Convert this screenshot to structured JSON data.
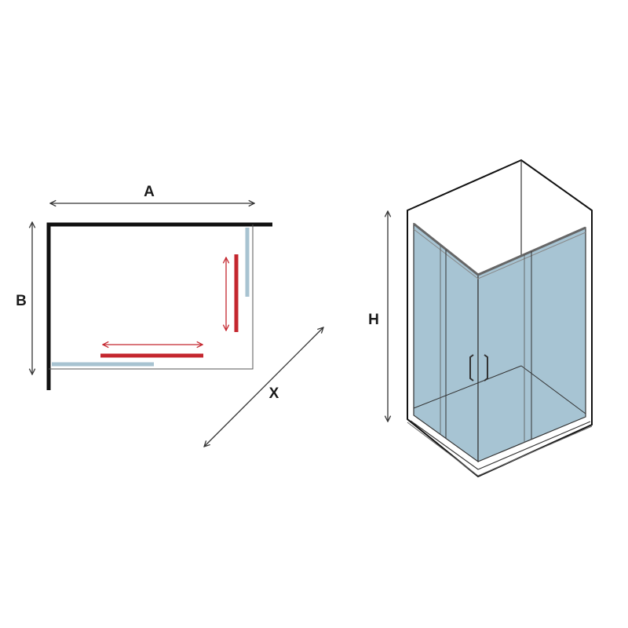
{
  "plan_view": {
    "label_width": "A",
    "label_depth": "B",
    "label_diagonal": "X"
  },
  "perspective_view": {
    "label_height": "H"
  },
  "colors": {
    "wall": "#111111",
    "glass_fixed": "#a8c3d1",
    "sliding_door": "#c4262e",
    "glass_fill": "#a7c4d3",
    "dimension_line": "#333333"
  },
  "icons": [
    "double-arrow-icon",
    "door-handle-icon"
  ]
}
